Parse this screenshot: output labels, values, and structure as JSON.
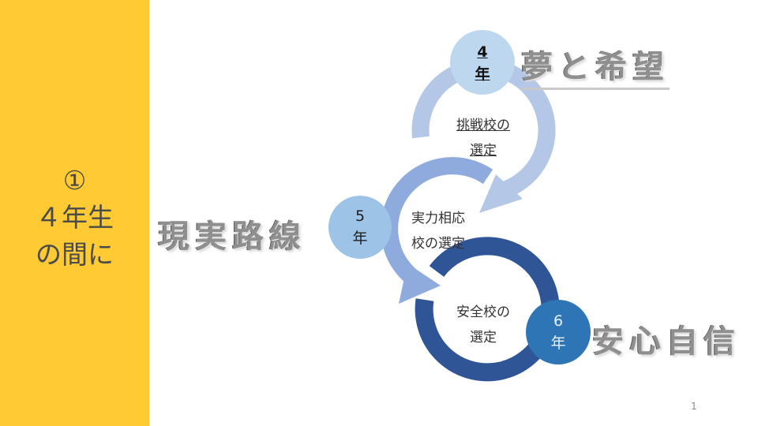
{
  "sidebar": {
    "line1": "①",
    "line2": "４年生",
    "line3": "の間に"
  },
  "stages": [
    {
      "grade_number": "4",
      "grade_unit": "年",
      "label_line1": "挑戦校の",
      "label_line2": "選定",
      "motto": "夢と希望",
      "ring_color": "#B4C7E7",
      "badge_color": "#BDD7EE"
    },
    {
      "grade_number": "5",
      "grade_unit": "年",
      "label_line1": "実力相応",
      "label_line2": "校の選定",
      "motto": "現実路線",
      "ring_color": "#8FAADC",
      "badge_color": "#9DC3E6"
    },
    {
      "grade_number": "6",
      "grade_unit": "年",
      "label_line1": "安全校の",
      "label_line2": "選定",
      "motto": "安心自信",
      "ring_color": "#2F5597",
      "badge_color": "#2E75B6"
    }
  ],
  "page_number": "1",
  "colors": {
    "sidebar_bg": "#FFCA33",
    "motto_text": "#8f8f8f"
  }
}
